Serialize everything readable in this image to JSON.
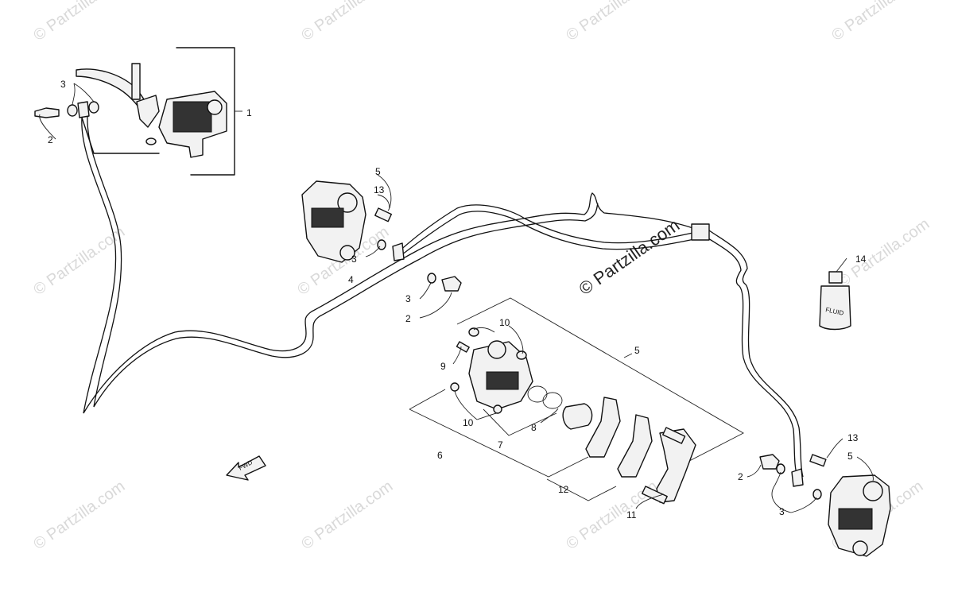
{
  "watermarks": {
    "small": "© Partzilla.com",
    "center": "© Partzilla.com"
  },
  "callouts": [
    {
      "id": "c1",
      "text": "1"
    },
    {
      "id": "c2a",
      "text": "2"
    },
    {
      "id": "c3a",
      "text": "3"
    },
    {
      "id": "c5a",
      "text": "5"
    },
    {
      "id": "c13a",
      "text": "13"
    },
    {
      "id": "c3b",
      "text": "3"
    },
    {
      "id": "c4",
      "text": "4"
    },
    {
      "id": "c3c",
      "text": "3"
    },
    {
      "id": "c2b",
      "text": "2"
    },
    {
      "id": "c10a",
      "text": "10"
    },
    {
      "id": "c9",
      "text": "9"
    },
    {
      "id": "c5b",
      "text": "5"
    },
    {
      "id": "c10b",
      "text": "10"
    },
    {
      "id": "c8",
      "text": "8"
    },
    {
      "id": "c7",
      "text": "7"
    },
    {
      "id": "c6",
      "text": "6"
    },
    {
      "id": "c12",
      "text": "12"
    },
    {
      "id": "c11",
      "text": "11"
    },
    {
      "id": "c14",
      "text": "14"
    },
    {
      "id": "c13b",
      "text": "13"
    },
    {
      "id": "c5c",
      "text": "5"
    },
    {
      "id": "c2c",
      "text": "2"
    },
    {
      "id": "c3d",
      "text": "3"
    }
  ],
  "fwd_arrow": {
    "text": "FWD"
  },
  "fluid_bottle": {
    "text": "FLUID"
  }
}
